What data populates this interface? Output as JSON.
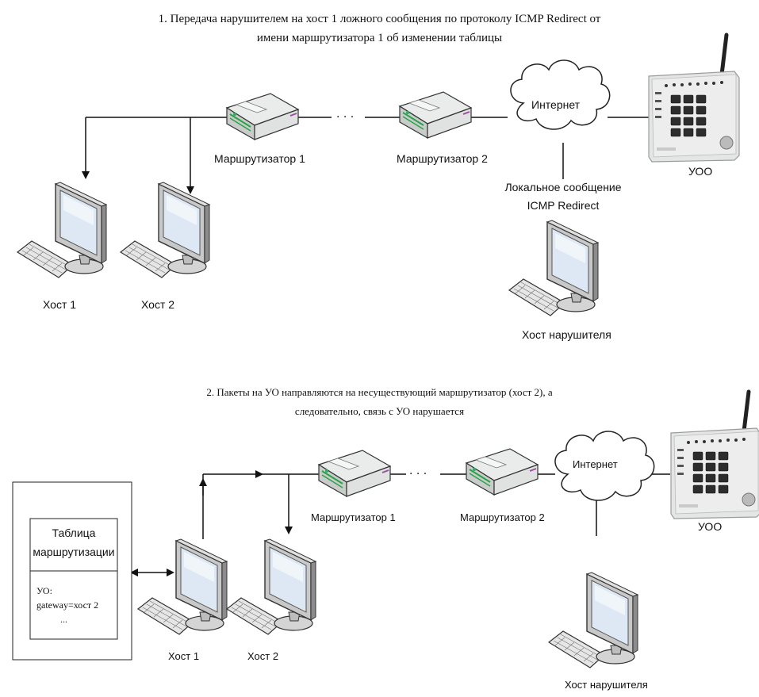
{
  "section1": {
    "title_line1": "1. Передача нарушителем на хост 1 ложного сообщения по протоколу ICMP Redirect от",
    "title_line2": "имени маршрутизатора 1 об изменении таблицы",
    "router1": "Маршрутизатор 1",
    "router2": "Маршрутизатор 2",
    "dots": ". . .",
    "internet": "Интернет",
    "uoo": "УОО",
    "icmp_line1": "Локальное сообщение",
    "icmp_line2": "ICMP Redirect",
    "host1": "Хост 1",
    "host2": "Хост 2",
    "attacker": "Хост нарушителя"
  },
  "section2": {
    "title_line1": "2. Пакеты на УО  направляются на несуществующий маршрутизатор (хост 2), а",
    "title_line2": "следовательно, связь с УО нарушается",
    "router1": "Маршрутизатор 1",
    "router2": "Маршрутизатор 2",
    "dots": ". . .",
    "internet": "Интернет",
    "uoo": "УОО",
    "host1": "Хост 1",
    "host2": "Хост 2",
    "attacker": "Хост нарушителя",
    "table_title_line1": "Таблица",
    "table_title_line2": "маршрутизации",
    "table_entry1": "УО:",
    "table_entry2": "gateway=хост 2",
    "table_entry3": "..."
  }
}
